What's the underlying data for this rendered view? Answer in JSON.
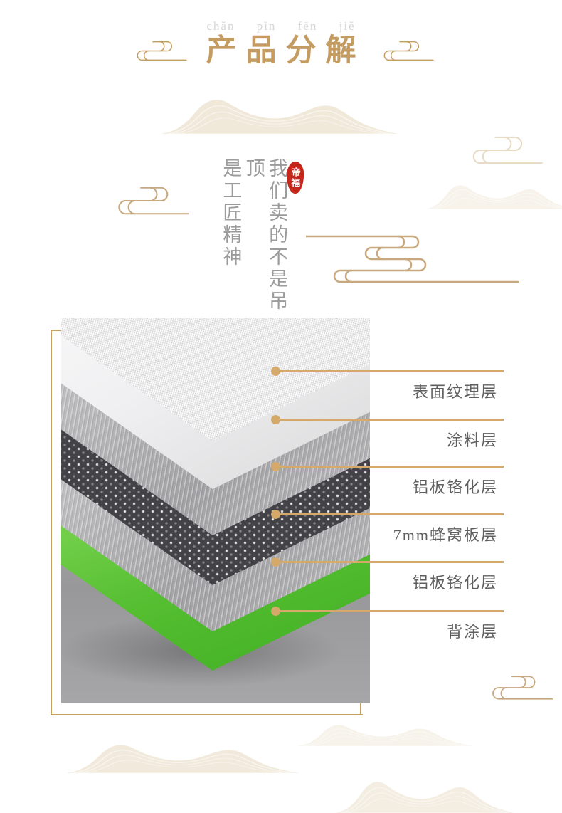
{
  "header": {
    "pinyin": "chǎn pǐn fēn jiě",
    "title": "产品分解"
  },
  "slogan": {
    "line1": "我们卖的不是吊顶",
    "line2": "是工匠精神"
  },
  "seal": {
    "text": "帝福"
  },
  "diagram": {
    "layers": [
      {
        "label": "表面纹理层"
      },
      {
        "label": "涂料层"
      },
      {
        "label": "铝板铬化层"
      },
      {
        "label": "7mm蜂窝板层"
      },
      {
        "label": "铝板铬化层"
      },
      {
        "label": "背涂层"
      }
    ]
  },
  "decorations": [
    "auspicious-cloud-scroll-icon",
    "mountain-waves-decoration",
    "red-brand-seal"
  ],
  "colors": {
    "gold": "#C49B60",
    "goldLine": "#D4A96A",
    "frameGold": "#C6A05F",
    "labelText": "#5F5F5F",
    "pinyin": "#D6D6D6",
    "sloganText": "#9B9B9B",
    "sealRed": "#C5271B",
    "backLayerGreen": "#55BE31",
    "cloudTan": "#C8A87E",
    "cloudFaint": "#E7DBC4",
    "mountainBeige": "#E9DDC6"
  }
}
